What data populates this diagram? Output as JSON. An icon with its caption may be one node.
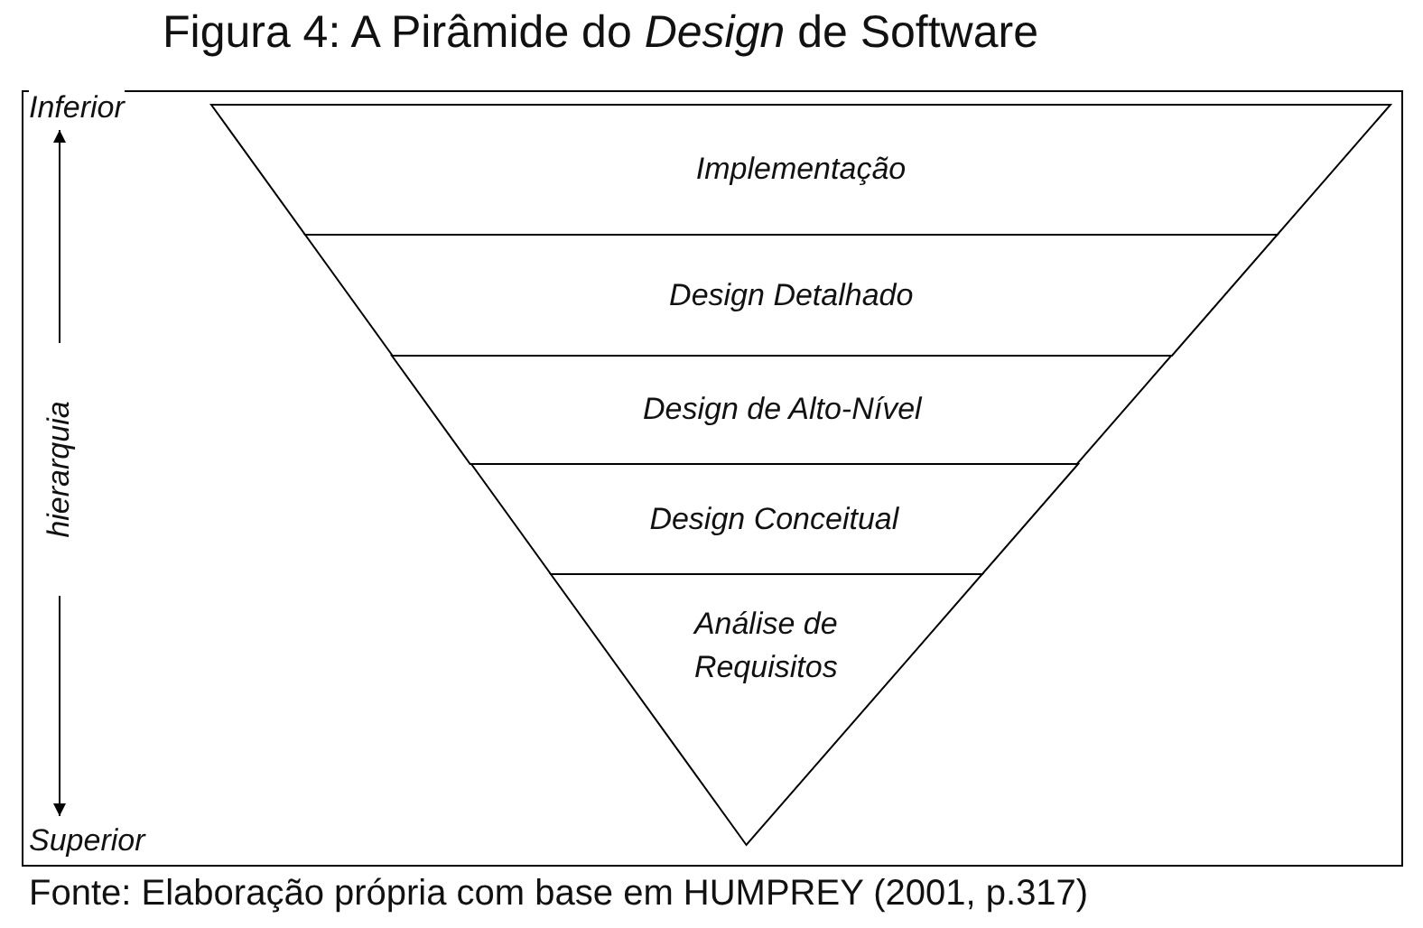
{
  "diagram": {
    "title": "Figura 4: A Pirâmide do *Design* de Software",
    "caption": "Fonte: Elaboração própria com base em HUMPREY (2001, p.317)",
    "nodes": [
      {
        "text": [
          "Implementação"
        ]
      },
      {
        "text": [
          "Design Detalhado"
        ]
      },
      {
        "text": [
          "Design de Alto-Nível"
        ]
      },
      {
        "text": [
          "Design Conceitual"
        ]
      },
      {
        "text": [
          "Análise de Requisitos"
        ]
      }
    ],
    "edges": [],
    "labels": [
      "Inferior",
      "hierarquia",
      "Superior"
    ]
  }
}
